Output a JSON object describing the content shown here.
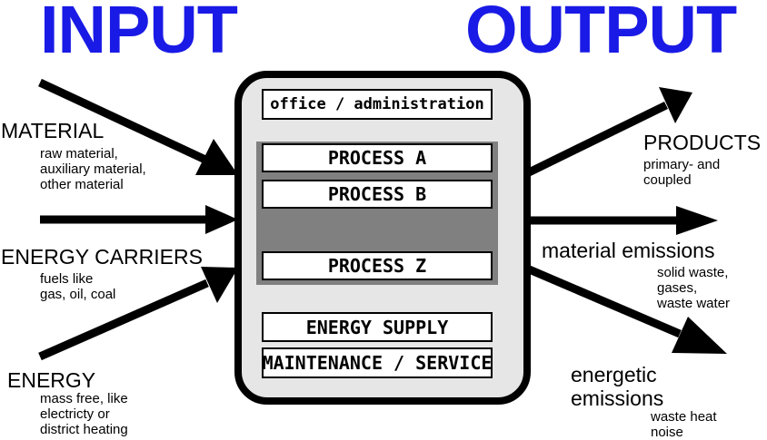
{
  "header": {
    "input": "INPUT",
    "output": "OUTPUT"
  },
  "inputs": [
    {
      "title": "MATERIAL",
      "detail": "raw material,\nauxiliary material,\nother material"
    },
    {
      "title": "ENERGY CARRIERS",
      "detail": "fuels like\ngas, oil, coal"
    },
    {
      "title": "ENERGY",
      "detail": "mass free, like\nelectricty or\ndistrict heating"
    }
  ],
  "outputs": [
    {
      "title": "PRODUCTS",
      "detail": "primary- and\ncoupled"
    },
    {
      "title": "material emissions",
      "detail": "solid waste,\ngases,\nwaste water"
    },
    {
      "title": "energetic\nemissions",
      "detail": "waste heat\nnoise"
    }
  ],
  "company": {
    "admin": "office / administration",
    "processes": [
      "PROCESS A",
      "PROCESS B",
      "PROCESS Z"
    ],
    "energy_supply": "ENERGY SUPPLY",
    "maintenance": "MAINTENANCE / SERVICE"
  },
  "colors": {
    "heading": "#1a1ae6",
    "panel": "#e6e6e6",
    "process_block": "#808080"
  }
}
